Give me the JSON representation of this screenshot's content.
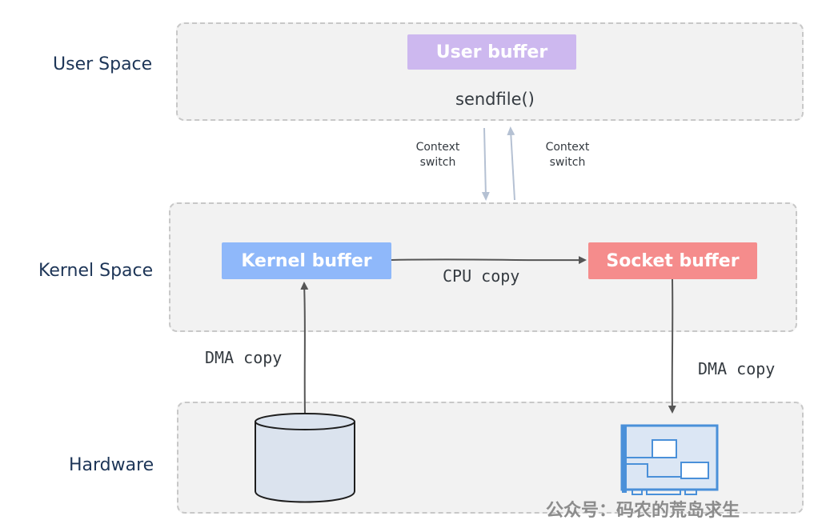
{
  "layers": {
    "user_space": "User Space",
    "kernel_space": "Kernel Space",
    "hardware": "Hardware"
  },
  "boxes": {
    "user_buffer": "User buffer",
    "kernel_buffer": "Kernel buffer",
    "socket_buffer": "Socket buffer"
  },
  "syscall": "sendfile()",
  "context_switch_down": {
    "line1": "Context",
    "line2": "switch"
  },
  "context_switch_up": {
    "line1": "Context",
    "line2": "switch"
  },
  "edges": {
    "cpu_copy": "CPU copy",
    "dma_copy_in": "DMA copy",
    "dma_copy_out": "DMA copy"
  },
  "icons": {
    "disk": "disk-cylinder-icon",
    "nic": "network-card-icon"
  },
  "colors": {
    "user_buffer": "#cdb8ef",
    "kernel_buffer": "#8fb8fa",
    "socket_buffer": "#f58c8c",
    "layer_fill": "#f2f2f2",
    "label_text": "#1d3557"
  },
  "watermark": "公众号：码农的荒岛求生"
}
